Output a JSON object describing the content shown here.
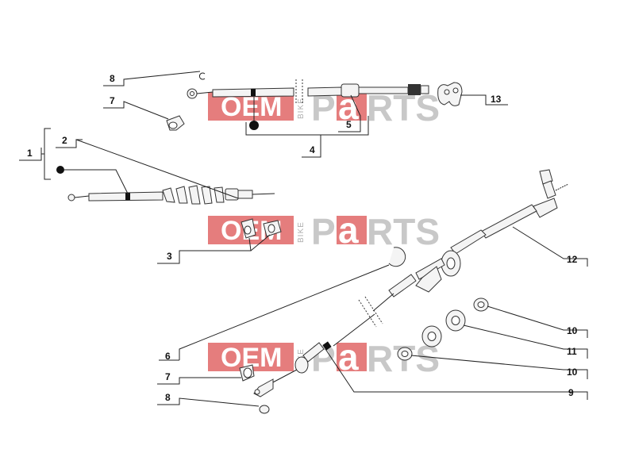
{
  "watermark": {
    "oem": "OEM",
    "bike": "BIKE",
    "p": "P",
    "a": "a",
    "rts": "RTS",
    "brand_red": "#d9534f"
  },
  "callouts": {
    "c1": "1",
    "c2": "2",
    "c3": "3",
    "c4": "4",
    "c5": "5",
    "c6": "6",
    "c7_top": "7",
    "c7_bottom": "7",
    "c8_top": "8",
    "c8_bottom": "8",
    "c9": "9",
    "c10_top": "10",
    "c10_bottom": "10",
    "c11": "11",
    "c12": "12",
    "c13": "13"
  }
}
